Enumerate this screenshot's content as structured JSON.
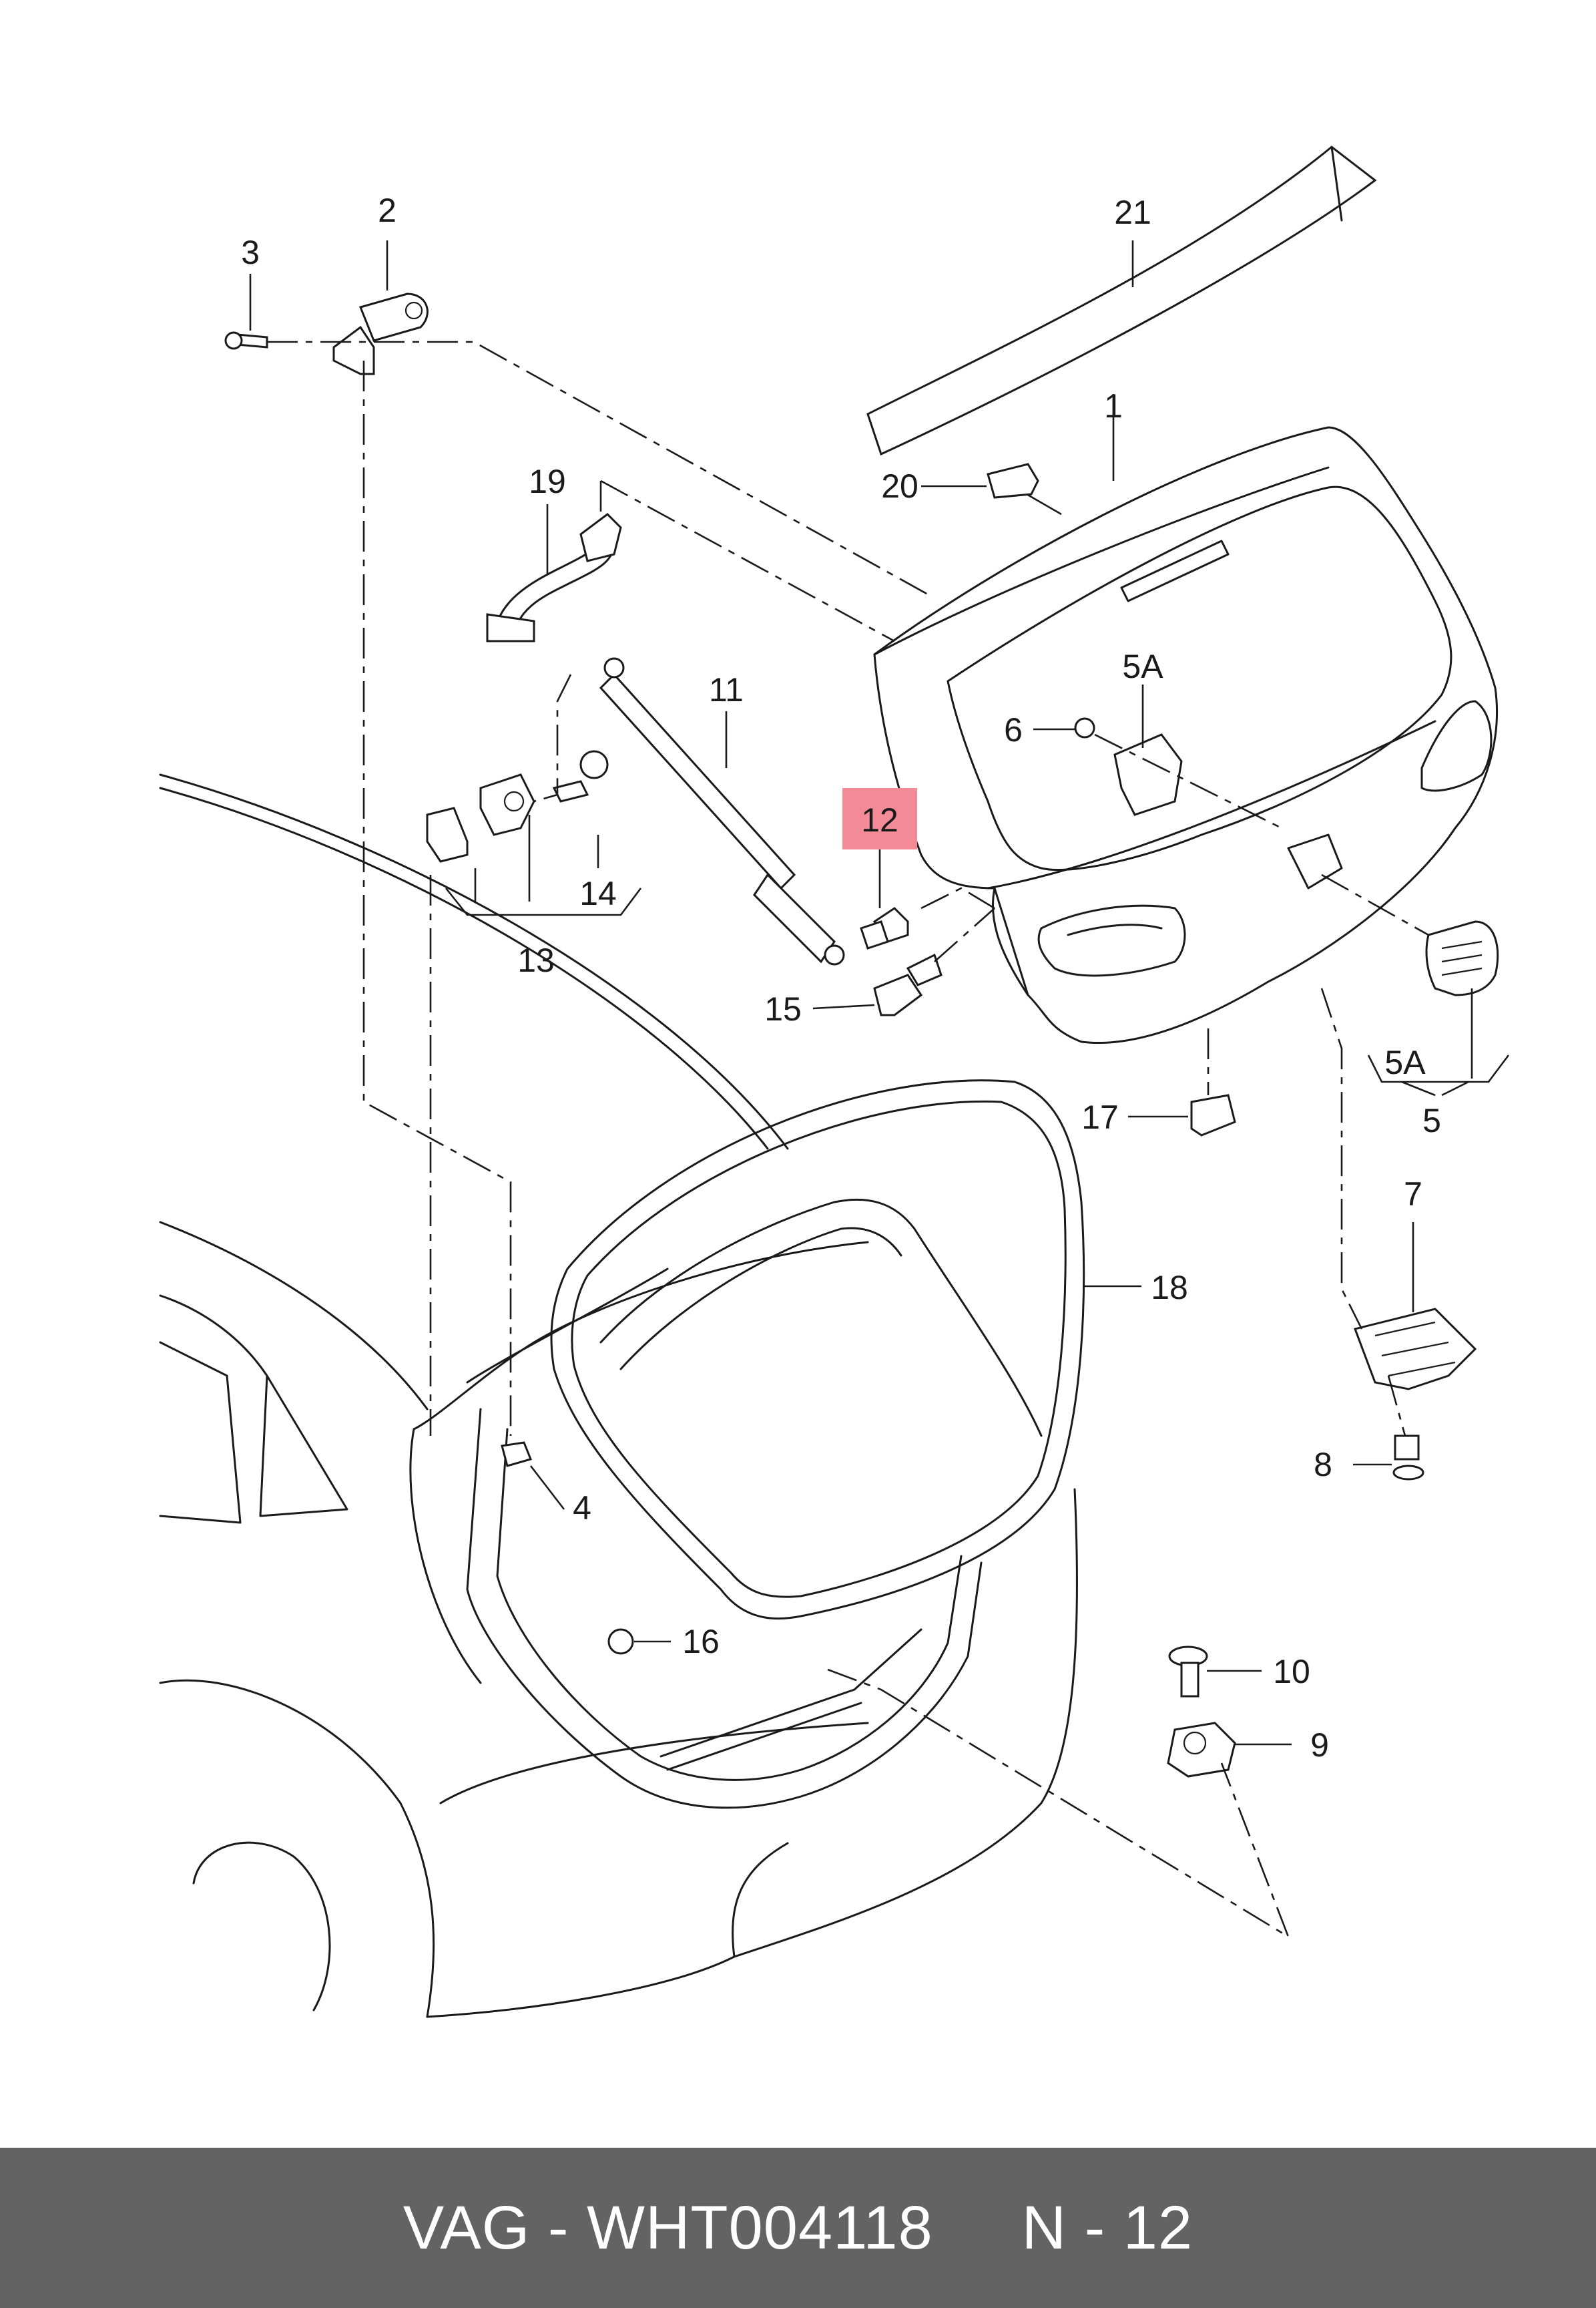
{
  "diagram": {
    "callouts": [
      {
        "id": "1",
        "label": "1"
      },
      {
        "id": "2",
        "label": "2"
      },
      {
        "id": "3",
        "label": "3"
      },
      {
        "id": "4",
        "label": "4"
      },
      {
        "id": "5",
        "label": "5"
      },
      {
        "id": "5A-top",
        "label": "5A"
      },
      {
        "id": "5A-bottom",
        "label": "5A"
      },
      {
        "id": "6",
        "label": "6"
      },
      {
        "id": "7",
        "label": "7"
      },
      {
        "id": "8",
        "label": "8"
      },
      {
        "id": "9",
        "label": "9"
      },
      {
        "id": "10",
        "label": "10"
      },
      {
        "id": "11",
        "label": "11"
      },
      {
        "id": "12",
        "label": "12",
        "highlighted": true
      },
      {
        "id": "13",
        "label": "13"
      },
      {
        "id": "14",
        "label": "14"
      },
      {
        "id": "15",
        "label": "15"
      },
      {
        "id": "16",
        "label": "16"
      },
      {
        "id": "17",
        "label": "17"
      },
      {
        "id": "18",
        "label": "18"
      },
      {
        "id": "19",
        "label": "19"
      },
      {
        "id": "20",
        "label": "20"
      },
      {
        "id": "21",
        "label": "21"
      }
    ],
    "highlight_color": "#f28b96"
  },
  "footer": {
    "part_text": "VAG - WHT004118",
    "position_text": "N - 12",
    "background": "#636363"
  }
}
